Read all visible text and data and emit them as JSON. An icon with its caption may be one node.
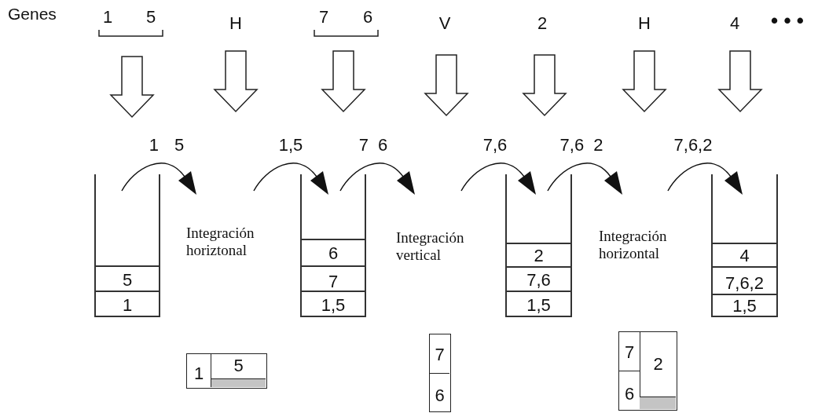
{
  "diagram": {
    "nodes": [
      {
        "text": [],
        "shape": "box"
      },
      {
        "text": [
          "5"
        ],
        "in": 0
      },
      {
        "text": [
          "1"
        ],
        "in": 0
      },
      {
        "text": [],
        "shape": "box"
      },
      {
        "text": [
          "6"
        ],
        "in": 3
      },
      {
        "text": [
          "7"
        ],
        "in": 3
      },
      {
        "text": [
          "1,5"
        ],
        "in": 3
      },
      {
        "text": [],
        "shape": "box"
      },
      {
        "text": [
          "2"
        ],
        "in": 7
      },
      {
        "text": [
          "7,6"
        ],
        "in": 7
      },
      {
        "text": [
          "1,5"
        ],
        "in": 7
      },
      {
        "text": [],
        "shape": "box"
      },
      {
        "text": [
          "4"
        ],
        "in": 11
      },
      {
        "text": [
          "7,6,2"
        ],
        "in": 11
      },
      {
        "text": [
          "1,5"
        ],
        "in": 11
      },
      {
        "text": [],
        "shape": "box"
      },
      {
        "text": [
          "1"
        ],
        "in": 15
      },
      {
        "text": [
          "5"
        ],
        "in": 15
      },
      {
        "text": [],
        "shape": "bar",
        "in": 15
      },
      {
        "text": [],
        "shape": "box"
      },
      {
        "text": [
          "7"
        ],
        "in": 19
      },
      {
        "text": [
          "6"
        ],
        "in": 19
      },
      {
        "text": [],
        "shape": "box"
      },
      {
        "text": [
          "7"
        ],
        "in": 22
      },
      {
        "text": [
          "6"
        ],
        "in": 22
      },
      {
        "text": [
          "2"
        ],
        "in": 22
      },
      {
        "text": [],
        "shape": "bar",
        "in": 22
      }
    ],
    "labels": [
      "Genes",
      "1",
      "5",
      "H",
      "7",
      "6",
      "V",
      "2",
      "H",
      "4",
      "• • •",
      "1 5",
      "1,5",
      "7 6",
      "7,6",
      "7,6 2",
      "7,6,2",
      "Integración horiztonal",
      "Integración vertical",
      "Integración horizontal"
    ]
  }
}
